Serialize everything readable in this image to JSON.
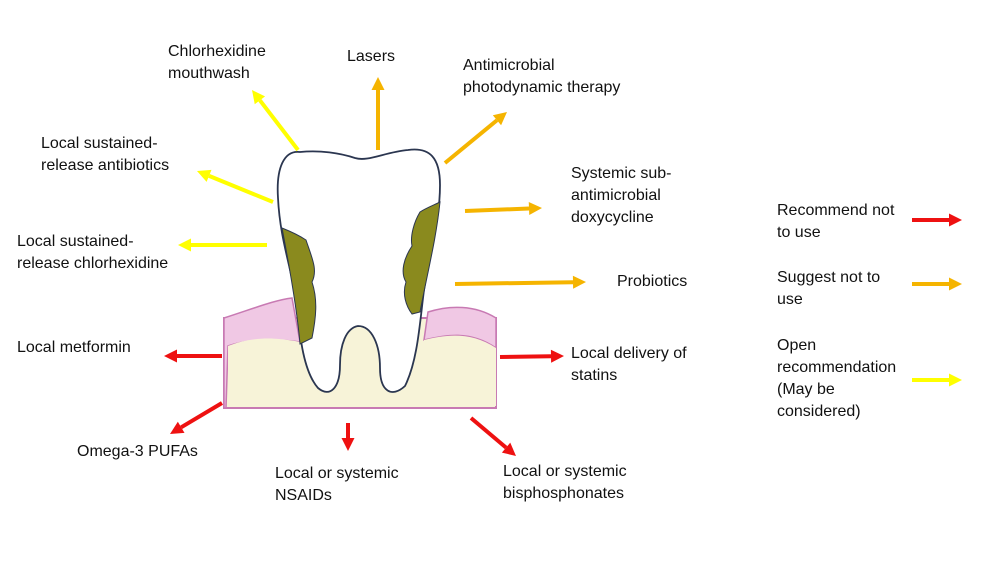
{
  "colors": {
    "recommend_not_to_use": "#ee1111",
    "suggest_not_to_use": "#f5b400",
    "open_recommendation": "#ffff00",
    "calculus": "#8a8a1e",
    "gum": "#f0c8e4",
    "bone": "#f7f3d8",
    "tooth_outline": "#2b3650"
  },
  "treatments": [
    {
      "id": "chlorhexidine-mouthwash",
      "lines": [
        "Chlorhexidine",
        "mouthwash"
      ],
      "recommendation": "open_recommendation"
    },
    {
      "id": "lasers",
      "lines": [
        "Lasers"
      ],
      "recommendation": "suggest_not_to_use"
    },
    {
      "id": "antimicrobial-photodynamic-therapy",
      "lines": [
        "Antimicrobial",
        "photodynamic therapy"
      ],
      "recommendation": "suggest_not_to_use"
    },
    {
      "id": "local-sustained-release-antibiotics",
      "lines": [
        "Local sustained-",
        "release antibiotics"
      ],
      "recommendation": "open_recommendation"
    },
    {
      "id": "systemic-sub-antimicrobial-doxycycline",
      "lines": [
        "Systemic sub-",
        "antimicrobial",
        "doxycycline"
      ],
      "recommendation": "suggest_not_to_use"
    },
    {
      "id": "local-sustained-release-chlorhexidine",
      "lines": [
        "Local sustained-",
        "release chlorhexidine"
      ],
      "recommendation": "open_recommendation"
    },
    {
      "id": "probiotics",
      "lines": [
        "Probiotics"
      ],
      "recommendation": "suggest_not_to_use"
    },
    {
      "id": "local-metformin",
      "lines": [
        "Local metformin"
      ],
      "recommendation": "recommend_not_to_use"
    },
    {
      "id": "local-delivery-of-statins",
      "lines": [
        "Local delivery of",
        "statins"
      ],
      "recommendation": "recommend_not_to_use"
    },
    {
      "id": "omega-3-pufas",
      "lines": [
        "Omega-3 PUFAs"
      ],
      "recommendation": "recommend_not_to_use"
    },
    {
      "id": "local-or-systemic-nsaids",
      "lines": [
        "Local or systemic",
        "NSAIDs"
      ],
      "recommendation": "recommend_not_to_use"
    },
    {
      "id": "local-or-systemic-bisphosphonates",
      "lines": [
        "Local or systemic",
        "bisphosphonates"
      ],
      "recommendation": "recommend_not_to_use"
    }
  ],
  "legend": [
    {
      "id": "recommend_not_to_use",
      "lines": [
        "Recommend not",
        "to use"
      ]
    },
    {
      "id": "suggest_not_to_use",
      "lines": [
        "Suggest not to",
        "use"
      ]
    },
    {
      "id": "open_recommendation",
      "lines": [
        "Open",
        "recommendation",
        "(May be",
        "considered)"
      ]
    }
  ]
}
